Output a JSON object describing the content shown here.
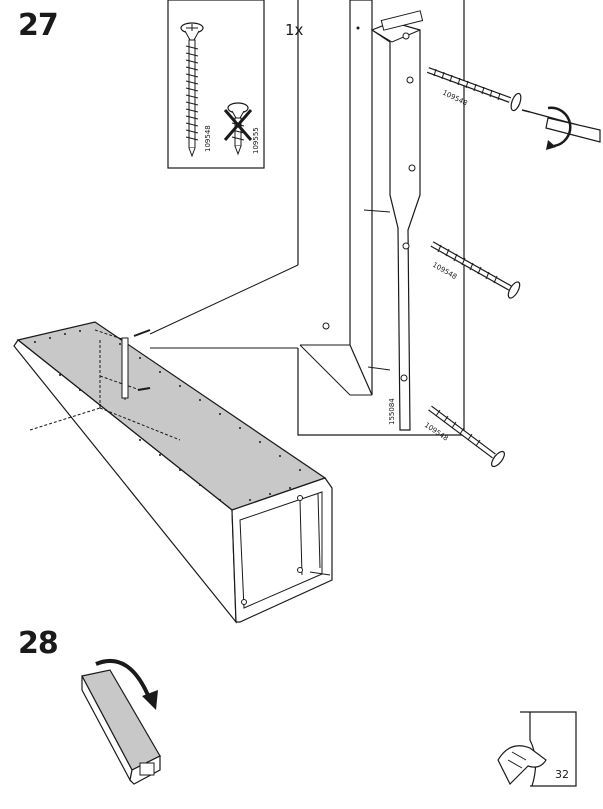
{
  "steps": [
    {
      "number": "27",
      "hardware_panel": {
        "ok_screw_code": "109548",
        "wrong_screw_code": "109555"
      },
      "detail": {
        "quantity": "1x",
        "part_code": "155084",
        "screw_labels": [
          "109548",
          "109548",
          "109548"
        ]
      }
    },
    {
      "number": "28"
    }
  ],
  "page_number": "32",
  "icons": [
    "screwdriver-icon",
    "rotate-arrow-icon",
    "page-turn-hand-icon",
    "prohibited-cross-icon"
  ],
  "colors": {
    "line": "#1a1a1a",
    "panel_fill": "#c8c8c8",
    "board_fill": "#ffffff"
  }
}
